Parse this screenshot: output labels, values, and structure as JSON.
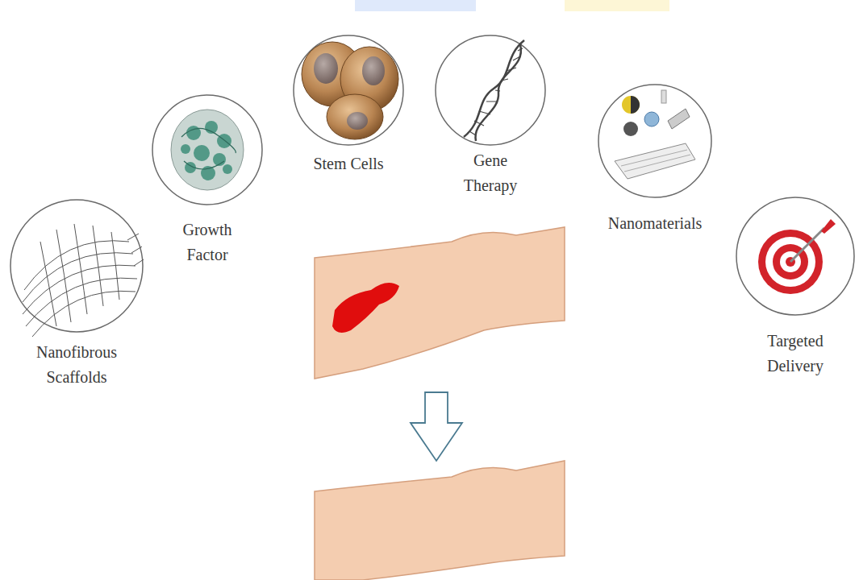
{
  "diagram": {
    "nodes": [
      {
        "text": [
          "Nanofibrous Scaffolds"
        ]
      },
      {
        "text": [
          "Growth Factor"
        ]
      },
      {
        "text": [
          "Stem Cells"
        ]
      },
      {
        "text": [
          "Gene Therapy"
        ]
      },
      {
        "text": [
          "Nanomaterials"
        ]
      },
      {
        "text": [
          "Targeted Delivery"
        ]
      }
    ]
  }
}
